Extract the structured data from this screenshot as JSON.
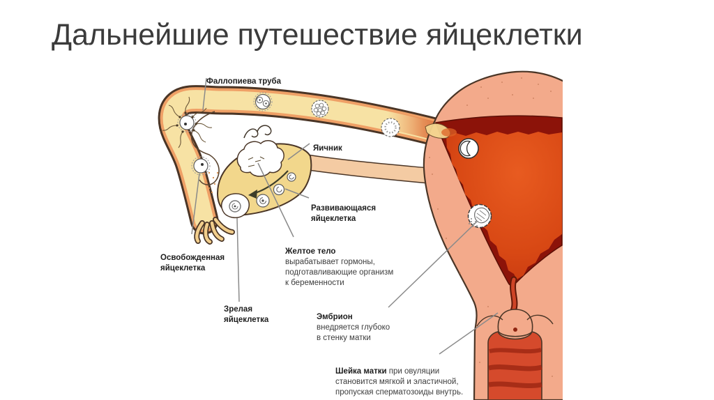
{
  "slide": {
    "title": "Дальнейшие путешествие яйцеклетки"
  },
  "diagram": {
    "labels": {
      "fallopian_tube": {
        "title": "Фаллопиева труба",
        "body": ""
      },
      "ovary": {
        "title": "Яичник",
        "body": ""
      },
      "developing_egg": {
        "title": "Развивающаяся\nяйцеклетка",
        "body": ""
      },
      "corpus_luteum": {
        "title": "Желтое тело",
        "body": "\nвырабатывает гормоны,\nподготавливающие организм\nк беременности"
      },
      "released_egg": {
        "title": "Освобожденная\nяйцеклетка",
        "body": ""
      },
      "mature_egg": {
        "title": "Зрелая\nяйцеклетка",
        "body": ""
      },
      "embryo": {
        "title": "Эмбрион",
        "body": "\nвнедряется глубоко\nв стенку матки"
      },
      "cervix": {
        "title": "Шейка матки",
        "body": " при овуляции\nстановится мягкой и эластичной,\nпропуская сперматозоиды внутрь."
      }
    },
    "colors": {
      "tube_fill": "#F7E2A4",
      "tube_rim": "#EFA066",
      "ovary_fill": "#F2D78C",
      "uterus_wall": "#F3AA8B",
      "myometrium": "#8C1309",
      "cavity": "#D84814",
      "vagina": "#D54A2C",
      "outline": "#4A3526",
      "leader_line": "#8A8A8A",
      "label_text": "#2E2E2E"
    }
  }
}
